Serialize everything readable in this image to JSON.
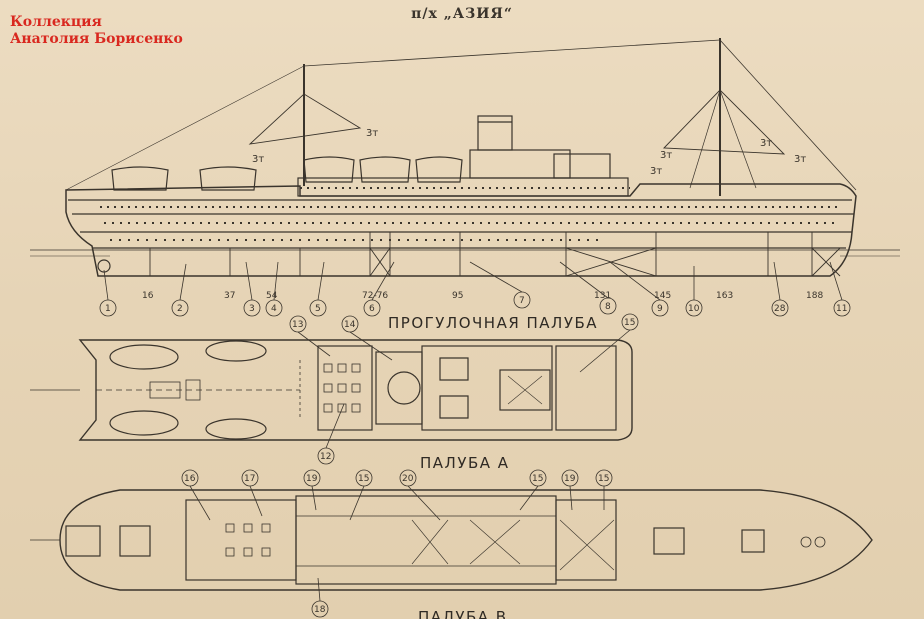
{
  "watermark": {
    "line1": "Коллекция",
    "line2": "Анатолия Борисенко"
  },
  "title": "п/х „АЗИЯ“",
  "deck_labels": {
    "promenade": "ПРОГУЛОЧНАЯ ПАЛУБА",
    "deck_a": "ПАЛУБА А",
    "deck_b": "ПАЛУБА В"
  },
  "crane_loads": [
    "3т",
    "3т",
    "3т",
    "3т",
    "3т",
    "3т"
  ],
  "side_callouts": [
    "1",
    "2",
    "3",
    "4",
    "5",
    "6",
    "7",
    "8",
    "9",
    "10",
    "28",
    "11"
  ],
  "frame_numbers": [
    "16",
    "37",
    "54",
    "72-76",
    "95",
    "131",
    "145",
    "163",
    "188"
  ],
  "promenade_callouts": [
    "13",
    "14",
    "15",
    "12"
  ],
  "deck_a_callouts": [
    "16",
    "17",
    "19",
    "15",
    "20",
    "15",
    "19",
    "15",
    "18"
  ]
}
